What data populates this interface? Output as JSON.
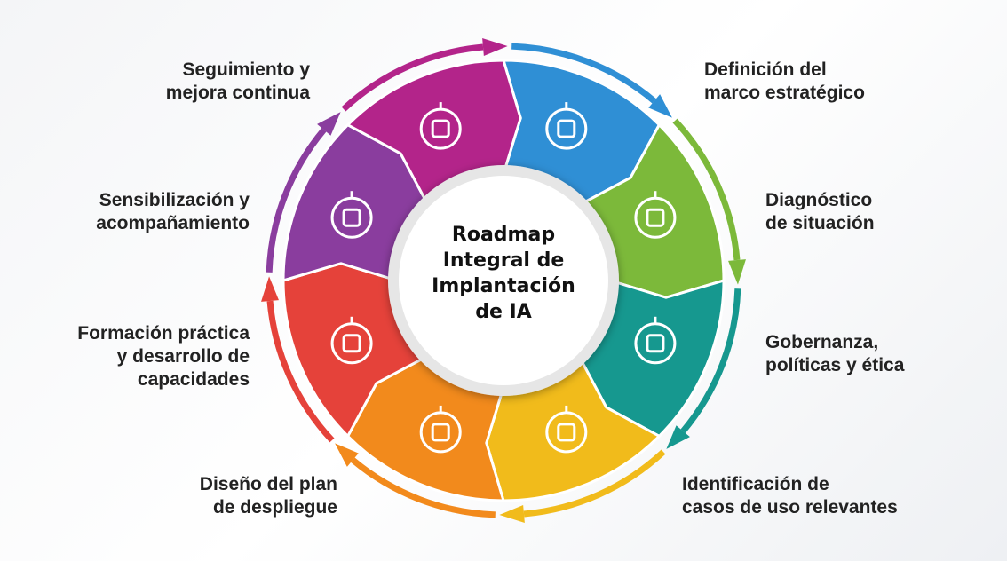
{
  "center_title": "Roadmap\nIntegral de\nImplantación\nde IA",
  "steps": [
    {
      "label": "Definición del\nmarco estratégico",
      "color": "#2f8fd5",
      "icon": "compass-target-icon"
    },
    {
      "label": "Diagnóstico\nde situación",
      "color": "#7cb93a",
      "icon": "map-magnifier-icon"
    },
    {
      "label": "Gobernanza,\npolíticas y ética",
      "color": "#16988f",
      "icon": "scales-document-icon"
    },
    {
      "label": "Identificación de\ncasos de uso relevantes",
      "color": "#f1bb1b",
      "icon": "lightbulb-gear-icon"
    },
    {
      "label": "Diseño del plan\nde despliegue",
      "color": "#f28a1c",
      "icon": "rocket-blueprint-icon"
    },
    {
      "label": "Formación práctica\ny desarrollo de\ncapacidades",
      "color": "#e5423a",
      "icon": "teacher-laptop-icon"
    },
    {
      "label": "Sensibilización y\nacompañamiento",
      "color": "#8a3d9e",
      "icon": "microphone-handshake-icon"
    },
    {
      "label": "Seguimiento y\nmejora continua",
      "color": "#b3248a",
      "icon": "clock-growth-icon"
    }
  ]
}
